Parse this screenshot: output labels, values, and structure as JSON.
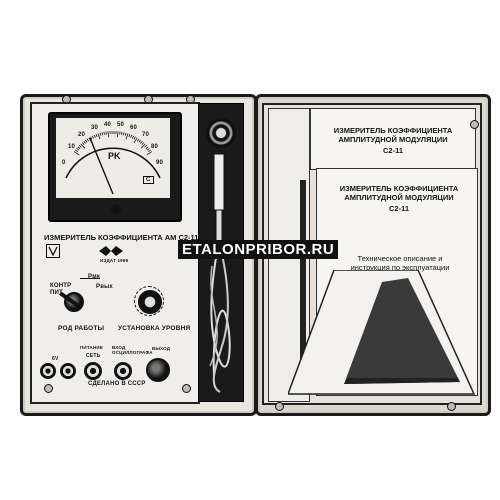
{
  "device": {
    "scale_label": "PK",
    "scale_ticks": [
      "0",
      "10",
      "20",
      "30",
      "40",
      "50",
      "60",
      "70",
      "80",
      "90"
    ],
    "meter_corner_mark": "C",
    "title": "ИЗМЕРИТЕЛЬ КОЭФФИЦИЕНТА АМ С2-11",
    "logo_caption": "ИЗДАТ 1969",
    "control_label": "КОНТР ПИТ",
    "range_labels": [
      "Рмк",
      "Рвых"
    ],
    "mode_label": "РОД РАБОТЫ",
    "level_label": "УСТАНОВКА УРОВНЯ",
    "voltage_label": "6V",
    "power_label": "СЕТЬ",
    "power_top_label": "ПИТАНИЕ",
    "input_label": "ВХОД ОСЦИЛЛОГРАФА",
    "output_label": "ВЫХОД",
    "made_in": "СДЕЛАНО В СССР"
  },
  "docs": {
    "top_title_line1": "ИЗМЕРИТЕЛЬ КОЭФФИЦИЕНТА",
    "top_title_line2": "АМПЛИТУДНОЙ МОДУЛЯЦИИ",
    "top_model": "С2-11",
    "front_title_line1": "ИЗМЕРИТЕЛЬ КОЭФФИЦИЕНТА",
    "front_title_line2": "АМПЛИТУДНОЙ МОДУЛЯЦИИ",
    "front_model": "С2-11",
    "manual_line1": "Техническое описание и",
    "manual_line2": "инструкция по эксплуатации"
  },
  "watermark": "ETALONPRIBOR.RU"
}
